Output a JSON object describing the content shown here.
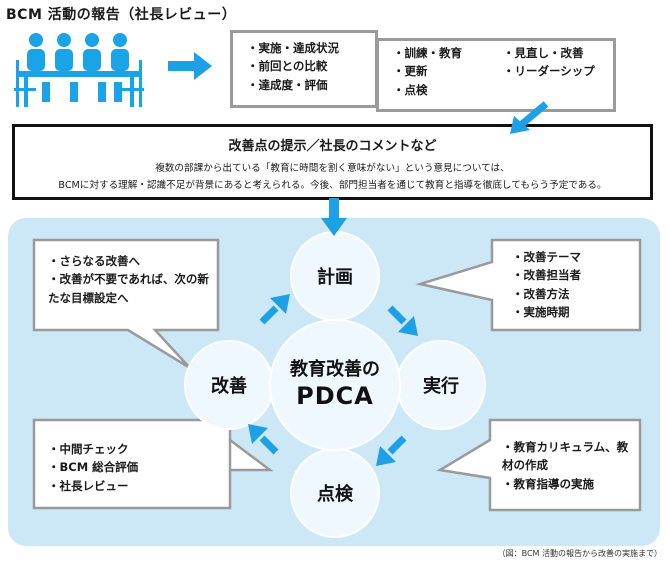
{
  "title": "BCM 活動の報告（社長レビュー）",
  "report_items": [
    "実施・達成状況",
    "前回との比較",
    "達成度・評価"
  ],
  "training_items_col1": [
    "訓練・教育",
    "更新",
    "点検"
  ],
  "training_items_col2": [
    "見直し・改善",
    "リーダーシップ"
  ],
  "improvement_box": {
    "title": "改善点の提示／社長のコメントなど",
    "line1": "複数の部課から出ている「教育に時間を割く意味がない」という意見については、",
    "line2": "BCMに対する理解・認識不足が背景にあると考えられる。今後、部門担当者を通じて教育と指導を徹底してもらう予定である。"
  },
  "cycle": {
    "center_line1": "教育改善の",
    "center_line2": "PDCA",
    "plan": "計画",
    "do": "実行",
    "check": "点検",
    "act": "改善"
  },
  "callouts": {
    "act_items": [
      "さらなる改善へ",
      "改善が不要であれば、次の新たな目標設定へ"
    ],
    "plan_items": [
      "改善テーマ",
      "改善担当者",
      "改善方法",
      "実施時期"
    ],
    "check_items": [
      "中間チェック",
      "BCM 総合評価",
      "社長レビュー"
    ],
    "do_items": [
      "教育カリキュラム、教材の作成",
      "教育指導の実施"
    ]
  },
  "caption": "（図：BCM 活動の報告から改善の実施まで）",
  "colors": {
    "arrow": "#1ea0e6",
    "people": "#1aa3e6",
    "panel": "#cce8f7",
    "circle": "#eef8fe"
  },
  "icons": [
    "people-meeting-icon",
    "arrow-right-icon",
    "arrow-down-icon"
  ]
}
